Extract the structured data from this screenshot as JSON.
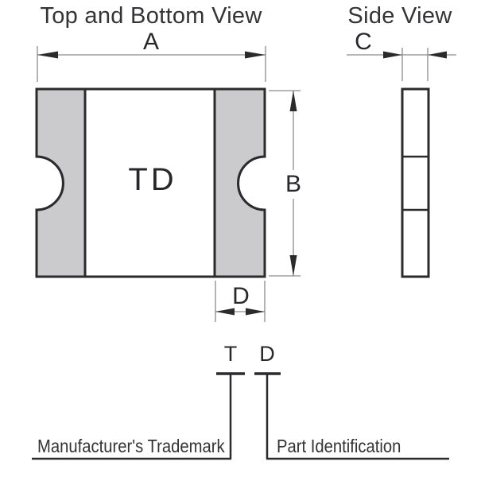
{
  "colors": {
    "background": "#ffffff",
    "outline": "#2b2b2e",
    "dimension_lines": "#8c8c90",
    "terminal_fill": "#cbcbce",
    "text": "#2a2a2e"
  },
  "views": {
    "top_bottom": {
      "title": "Top and Bottom View",
      "body_marking": "TD",
      "dimensions": {
        "width_label": "A",
        "height_label": "B",
        "terminal_width_label": "D"
      }
    },
    "side": {
      "title": "Side View",
      "dimensions": {
        "thickness_label": "C"
      }
    }
  },
  "legend": {
    "trademark_symbol": "T",
    "trademark_label": "Manufacturer's Trademark",
    "part_id_symbol": "D",
    "part_id_label": "Part Identification"
  }
}
